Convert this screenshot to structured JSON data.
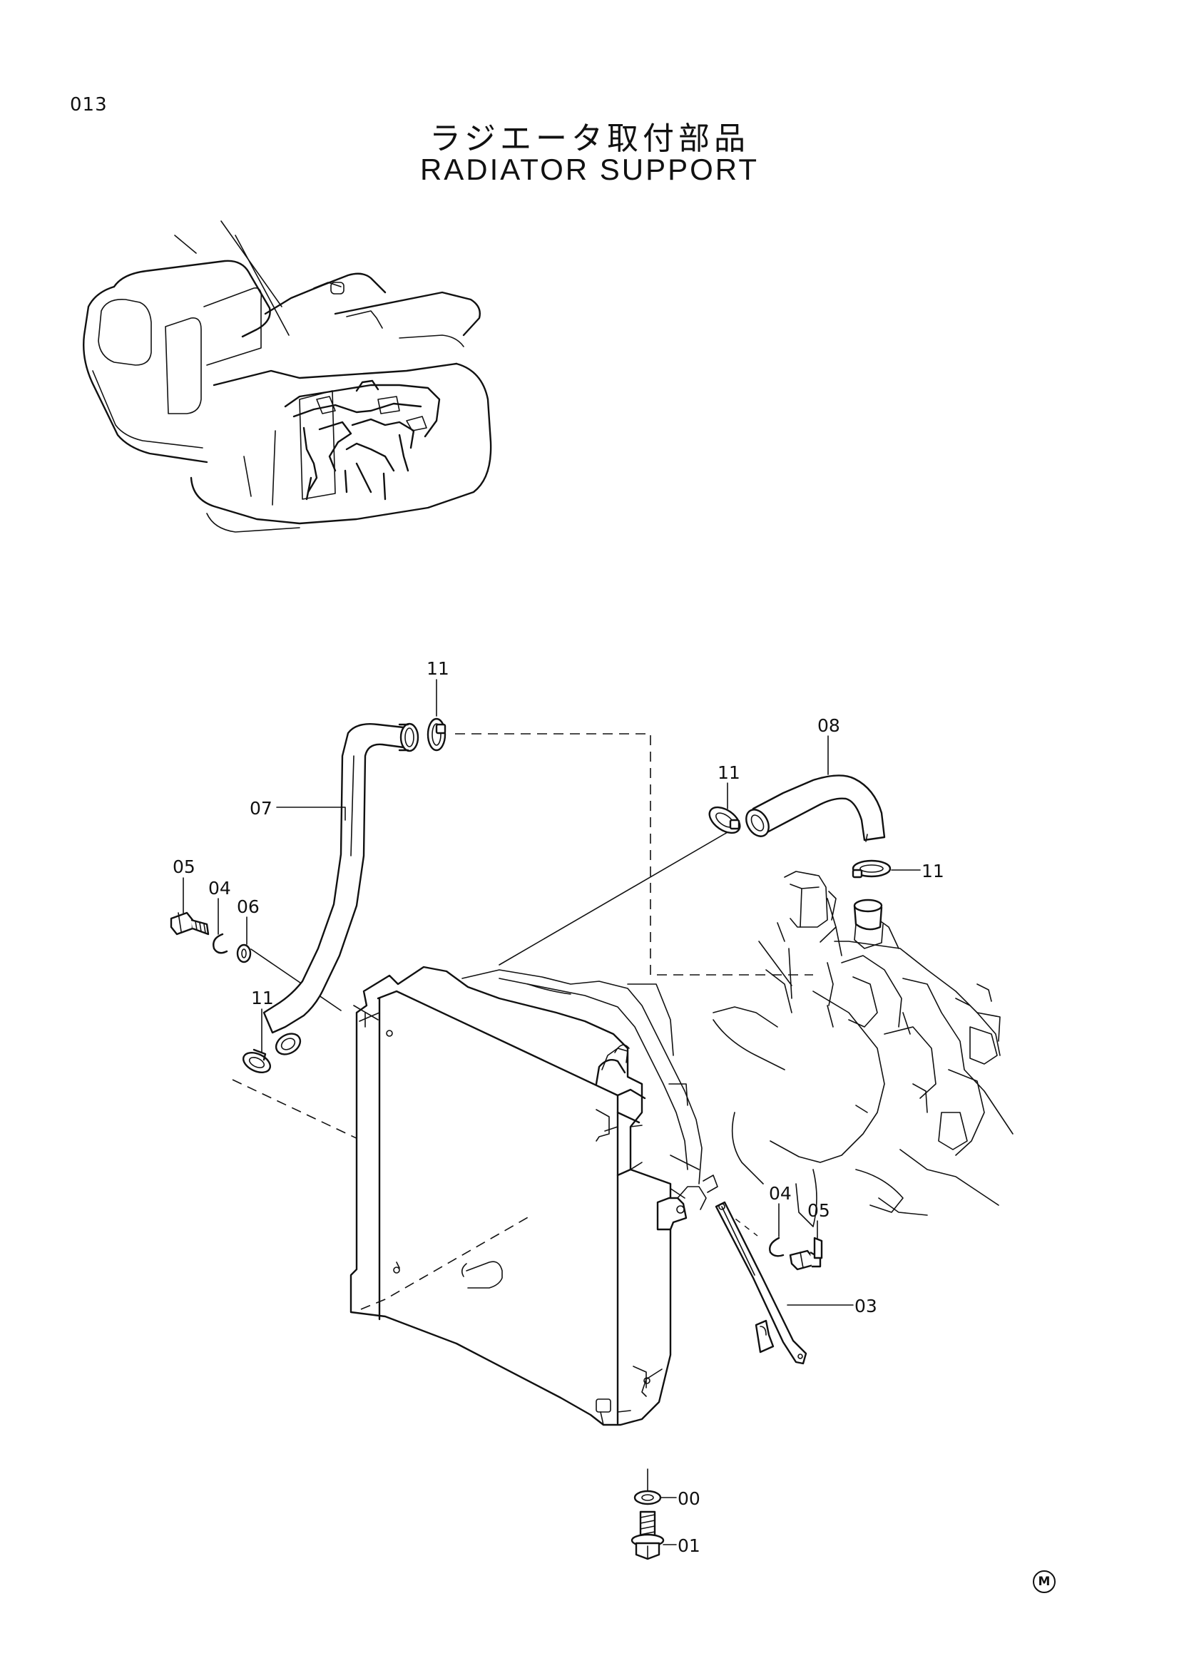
{
  "page_number": "013",
  "title_jp": "ラジエータ取付部品",
  "title_en": "RADIATOR SUPPORT",
  "callouts": [
    "11",
    "08",
    "11",
    "11",
    "07",
    "05",
    "04",
    "06",
    "11",
    "04",
    "05",
    "03",
    "00",
    "01"
  ],
  "mark": "M"
}
